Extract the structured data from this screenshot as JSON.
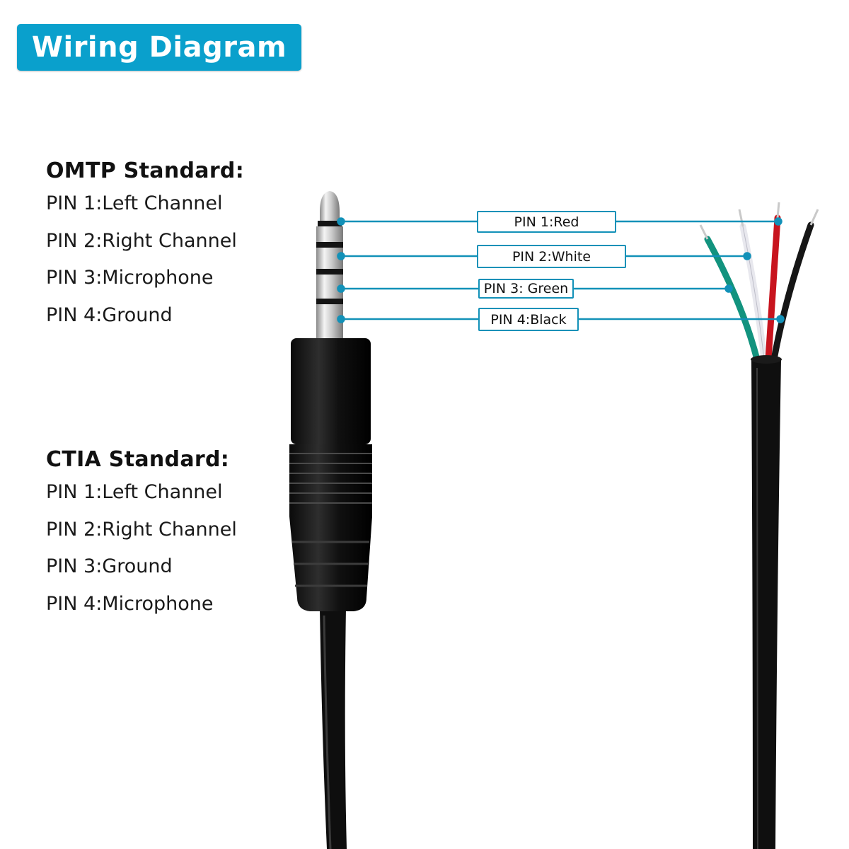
{
  "title": "Wiring Diagram",
  "omtp": {
    "heading": "OMTP Standard:",
    "pins": [
      "PIN 1:Left Channel",
      "PIN 2:Right Channel",
      "PIN 3:Microphone",
      "PIN 4:Ground"
    ]
  },
  "ctia": {
    "heading": "CTIA Standard:",
    "pins": [
      "PIN 1:Left Channel",
      "PIN 2:Right Channel",
      "PIN 3:Ground",
      "PIN 4:Microphone"
    ]
  },
  "wire_labels": [
    "PIN 1:Red",
    "PIN 2:White",
    "PIN 3: Green",
    "PIN 4:Black"
  ],
  "colors": {
    "accent": "#0aa0cc",
    "leader_line": "#1291b8",
    "wire_red": "#c8141e",
    "wire_white": "#e8e8ee",
    "wire_green": "#12937e",
    "wire_black": "#161616"
  },
  "icons": [
    "3.5mm-trrs-jack-icon",
    "cable-icon",
    "stripped-wires-icon"
  ]
}
